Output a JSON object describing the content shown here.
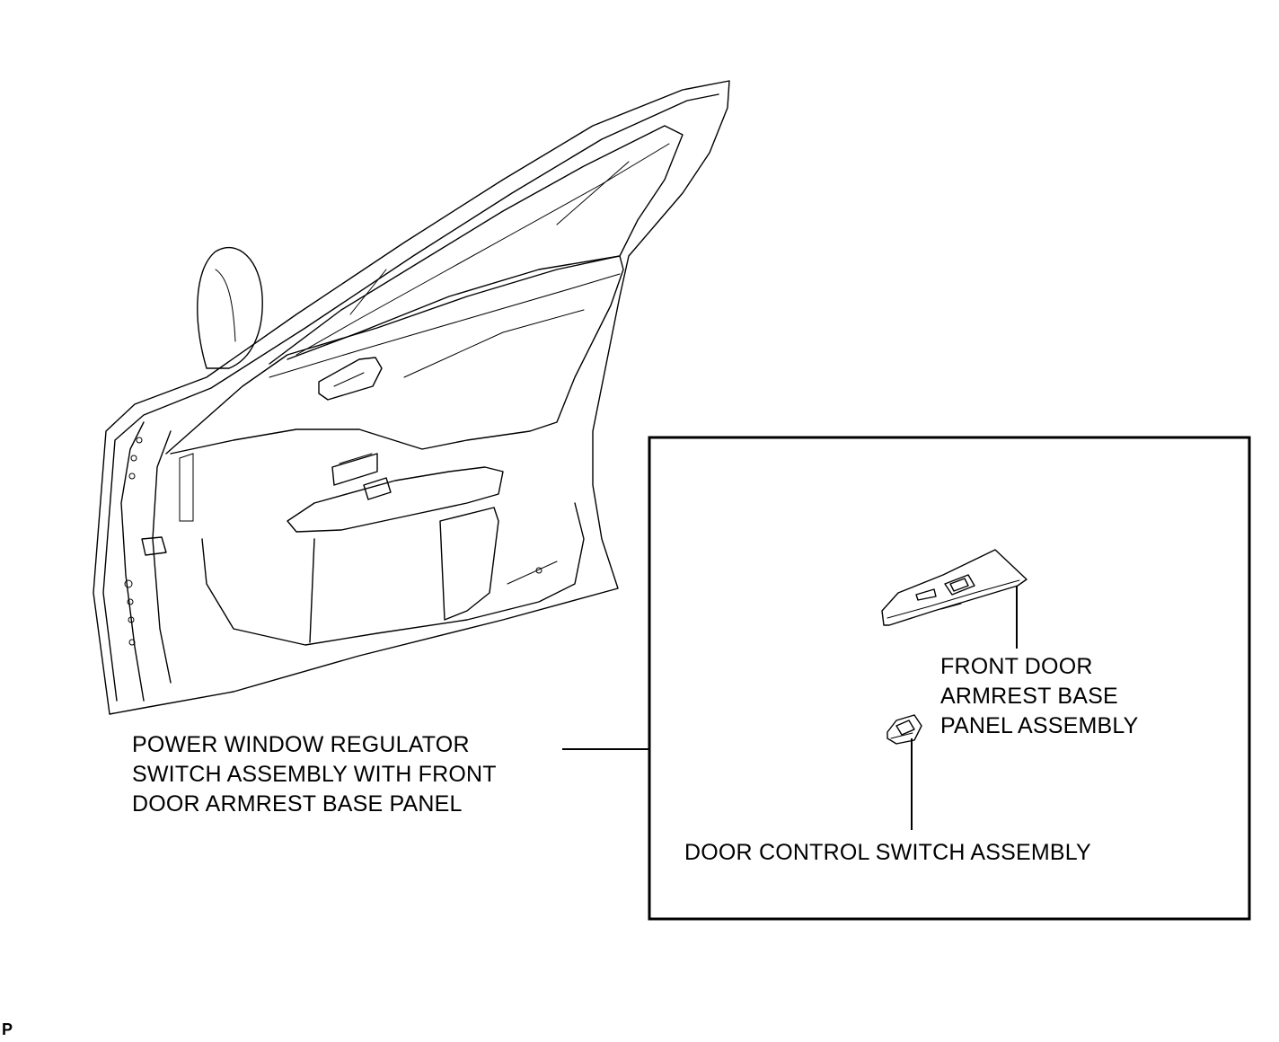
{
  "labels": {
    "main_line1": "POWER WINDOW REGULATOR",
    "main_line2": "SWITCH ASSEMBLY WITH FRONT",
    "main_line3": "DOOR ARMREST BASE PANEL",
    "armrest_line1": "FRONT DOOR",
    "armrest_line2": "ARMREST BASE",
    "armrest_line3": "PANEL ASSEMBLY",
    "switch": "DOOR CONTROL SWITCH ASSEMBLY",
    "code": "P"
  },
  "icons": {
    "door": "door-interior-illustration",
    "armrest_panel": "armrest-base-panel-illustration",
    "control_switch": "door-control-switch-illustration"
  },
  "colors": {
    "line": "#000000",
    "background": "#ffffff"
  }
}
